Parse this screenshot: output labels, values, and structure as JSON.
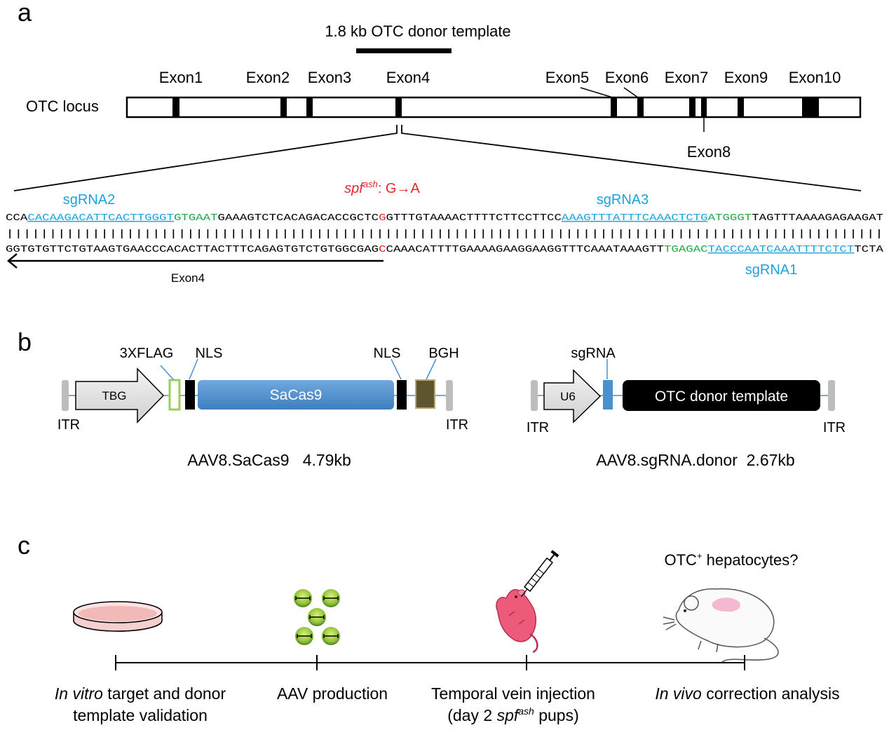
{
  "panel_a": {
    "letter": "a",
    "donor_label": "1.8 kb OTC donor template",
    "locus_label": "OTC locus",
    "exons": [
      "Exon1",
      "Exon2",
      "Exon3",
      "Exon4",
      "Exon5",
      "Exon6",
      "Exon7",
      "Exon9",
      "Exon10",
      "Exon8"
    ],
    "sgRNA2": "sgRNA2",
    "sgRNA3": "sgRNA3",
    "sgRNA1": "sgRNA1",
    "mutation_italic": "spf",
    "mutation_sup": "ash",
    "mutation_rest": ": G→A",
    "top_seq": {
      "s1": "CCA",
      "s2": "CACAAGACATTCACTTGGGT",
      "s3": "GTGAAT",
      "s4": "GAAAGTCTCACAGACACCGCTC",
      "s5": "G",
      "s6": "GTTTGTAAAACTTTTCTTCCTTCC",
      "s7": "AAAGTTTATTTCAAACTCTG",
      "s8": "ATGGGT",
      "s9": "TAGTTTAAAAGAGAAGAT"
    },
    "pipes": "||||||||||||||||||||||||||||||||||||||||||||||||||||||||||||||||||||||||||||||||||||||||||||||||||||||",
    "bottom_seq": {
      "b1": "GGTGTGTTCTGTAAGTGAACCCACACTTACTTTCAGAGTGTCTGTGGCGAG",
      "b2": "C",
      "b3": "CAAACATTTTGAAAAGAAGGAAGGTTTCAAATAAAGTT",
      "b4": "TGAGAC",
      "b5": "TACCCAATCAAATTTTCTCT",
      "b6": "TCTA"
    },
    "exon4_arrow_label": "Exon4"
  },
  "panel_b": {
    "letter": "b",
    "left": {
      "TBG": "TBG",
      "flag": "3XFLAG",
      "nls1": "NLS",
      "cas9": "SaCas9",
      "nls2": "NLS",
      "bgh": "BGH",
      "itr_left": "ITR",
      "itr_right": "ITR",
      "caption": "AAV8.SaCas9   4.79kb"
    },
    "right": {
      "sgrna": "sgRNA",
      "u6": "U6",
      "donor": "OTC donor template",
      "itr_left": "ITR",
      "itr_right": "ITR",
      "caption": "AAV8.sgRNA.donor  2.67kb"
    }
  },
  "panel_c": {
    "letter": "c",
    "otc_q_pre": "OTC",
    "otc_q_sup": "+",
    "otc_q_post": " hepatocytes?",
    "step1_italic": "In vitro",
    "step1_rest": " target and donor",
    "step1_line2": "template validation",
    "step2": "AAV production",
    "step3_line1": "Temporal vein injection",
    "step3_pre": "(day 2 ",
    "step3_italic": "spf",
    "step3_sup": "ash",
    "step3_post": " pups)",
    "step4_italic": "In vivo",
    "step4_rest": " correction analysis"
  },
  "colors": {
    "sgRNA_blue": "#1aa3dd",
    "pam_green": "#22a84a",
    "mutation_red": "#e8262b",
    "cas9_blue": "#4a8fce",
    "flag_green": "#9acd5a",
    "bgh_brown": "#5e5430"
  }
}
